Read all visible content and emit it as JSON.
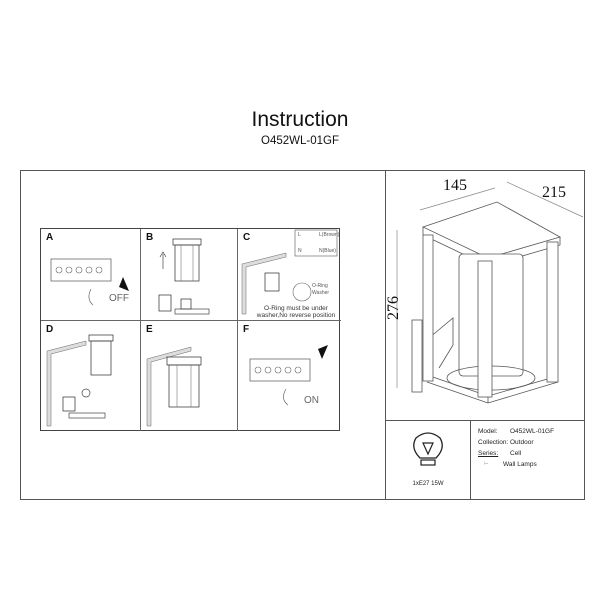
{
  "header": {
    "title": "Instruction",
    "model_code": "O452WL-01GF"
  },
  "steps": [
    {
      "label": "A",
      "text": "OFF"
    },
    {
      "label": "B"
    },
    {
      "label": "C",
      "terminal_l": "L",
      "terminal_l_wire": "L(Brown)",
      "terminal_n": "N",
      "terminal_n_wire": "N(Blue)",
      "oring": "O-Ring",
      "washer": "Washer",
      "note": "O-Ring must be under washer,No reverse position"
    },
    {
      "label": "D"
    },
    {
      "label": "E"
    },
    {
      "label": "F",
      "text": "ON"
    }
  ],
  "dimensions": {
    "width": "145",
    "depth": "215",
    "height": "276"
  },
  "bulb": {
    "icon": "light-bulb-icon",
    "spec": "1xE27 15W"
  },
  "specs": {
    "model_label": "Model:",
    "model_value": "O452WL-01GF",
    "collection_label": "Collection:",
    "collection_value": "Outdoor",
    "series_label": "Series:",
    "series_value": "Cell",
    "type_value": "Wall Lamps"
  }
}
